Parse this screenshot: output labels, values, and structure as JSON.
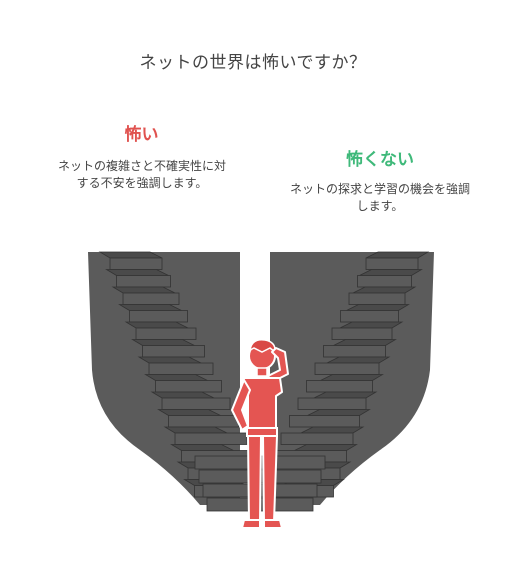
{
  "title": "ネットの世界は怖いですか？",
  "left": {
    "heading": "怖い",
    "description": "ネットの複雑さと不確実性に対する不安を強調します。"
  },
  "right": {
    "heading": "怖くない",
    "description": "ネットの探求と学習の機会を強調します。"
  },
  "colors": {
    "left_heading": "#e0524f",
    "right_heading": "#3fb97a",
    "stairs": "#5b5b5b",
    "stair_edge": "#333333",
    "person": "#e45552"
  }
}
